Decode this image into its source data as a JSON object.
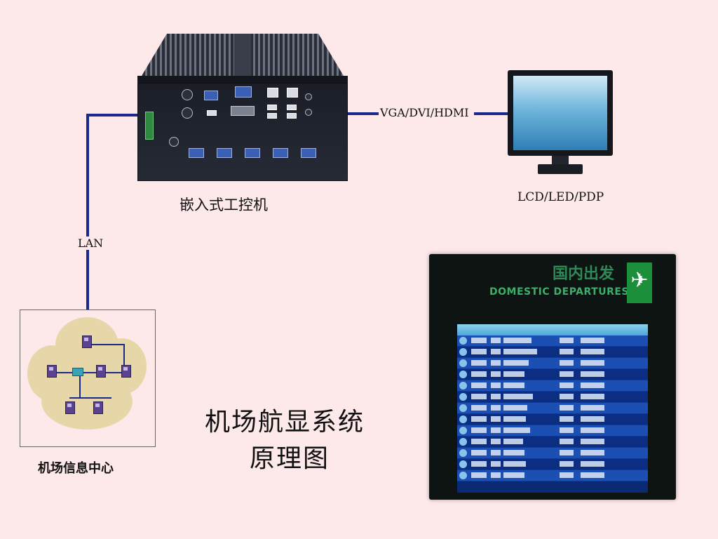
{
  "labels": {
    "ipc": "嵌入式工控机",
    "video_link": "VGA/DVI/HDMI",
    "display_types": "LCD/LED/PDP",
    "network_link": "LAN",
    "info_center": "机场信息中心",
    "title_line1": "机场航显系统",
    "title_line2": "原理图"
  },
  "board": {
    "title_cn": "国内出发",
    "title_en": "DOMESTIC DEPARTURES",
    "logo_icon": "airplane-icon"
  },
  "colors": {
    "background": "#fde8ea",
    "wire": "#1a2a8a",
    "board_green": "#3cae6a"
  }
}
